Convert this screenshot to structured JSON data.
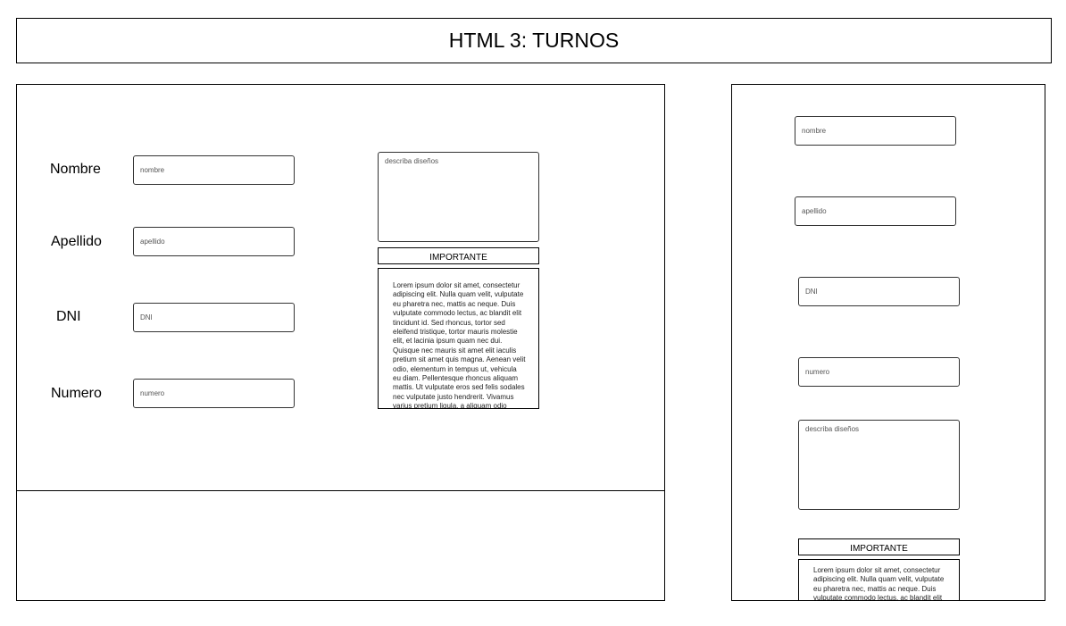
{
  "header": {
    "title": "HTML 3: TURNOS"
  },
  "form": {
    "fields": [
      {
        "label": "Nombre",
        "placeholder": "nombre"
      },
      {
        "label": "Apellido",
        "placeholder": "apellido"
      },
      {
        "label": "DNI",
        "placeholder": "DNI"
      },
      {
        "label": "Numero",
        "placeholder": "numero"
      }
    ],
    "design_placeholder": "describa diseños",
    "important_label": "IMPORTANTE",
    "important_text": "Lorem ipsum dolor sit amet, consectetur adipiscing elit. Nulla quam velit, vulputate eu pharetra nec, mattis ac neque. Duis vulputate commodo lectus, ac blandit elit tincidunt id. Sed rhoncus, tortor sed eleifend tristique, tortor mauris molestie elit, et lacinia ipsum quam nec dui. Quisque nec mauris sit amet elit iaculis pretium sit amet quis magna. Aenean velit odio, elementum in tempus ut, vehicula eu diam. Pellentesque rhoncus aliquam mattis. Ut vulputate eros sed felis sodales nec vulputate justo hendrerit. Vivamus varius pretium ligula, a aliquam odio euismod sit amet."
  },
  "mobile": {
    "placeholders": [
      "nombre",
      "apellido",
      "DNI",
      "numero"
    ],
    "design_placeholder": "describa diseños",
    "important_label": "IMPORTANTE",
    "important_text": "Lorem ipsum dolor sit amet, consectetur adipiscing elit. Nulla quam velit, vulputate eu pharetra nec, mattis ac neque. Duis vulputate commodo lectus, ac blandit elit tincidunt id."
  }
}
